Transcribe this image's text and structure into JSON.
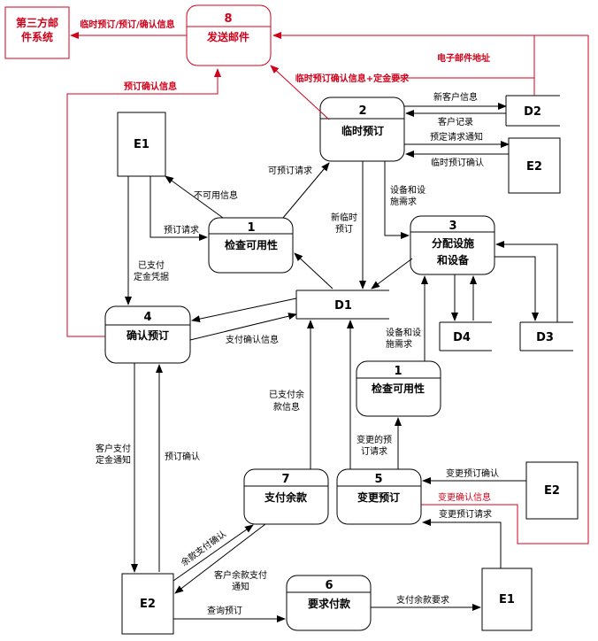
{
  "processes": {
    "p8": {
      "num": "8",
      "name": "发送邮件"
    },
    "p2": {
      "num": "2",
      "name": "临时预订"
    },
    "p1a": {
      "num": "1",
      "name": "检查可用性"
    },
    "p3": {
      "num": "3",
      "name1": "分配设施",
      "name2": "和设备"
    },
    "p4": {
      "num": "4",
      "name": "确认预订"
    },
    "p1b": {
      "num": "1",
      "name": "检查可用性"
    },
    "p7": {
      "num": "7",
      "name": "支付余款"
    },
    "p5": {
      "num": "5",
      "name": "变更预订"
    },
    "p6": {
      "num": "6",
      "name": "要求付款"
    }
  },
  "entities": {
    "third_party": {
      "line1": "第三方邮",
      "line2": "件系统"
    },
    "e1_top": "E1",
    "e2_right_top": "E2",
    "e2_right_mid": "E2",
    "e2_bottom": "E2",
    "e1_bottom": "E1"
  },
  "datastores": {
    "d1": "D1",
    "d2": "D2",
    "d3": "D3",
    "d4": "D4"
  },
  "flows": {
    "f01": "临时预订/预订/确认信息",
    "f02": "电子邮件地址",
    "f03": "临时预订确认信息+定金要求",
    "f04": "预订确认信息",
    "f05": "新客户信息",
    "f06": "客户记录",
    "f07": "预定请求通知",
    "f08": "临时预订确认",
    "f09": "可预订请求",
    "f10": "不可用信息",
    "f11": "预订请求",
    "f12a": "设备和设",
    "f12b": "施需求",
    "f13a": "新临时",
    "f13b": "预订",
    "f14a": "已支付",
    "f14b": "定金凭据",
    "f15": "支付确认信息",
    "f16a": "设备和设",
    "f16b": "施需求",
    "f17a": "已支付余",
    "f17b": "款信息",
    "f18a": "客户支付",
    "f18b": "定金通知",
    "f19": "预订确认",
    "f20a": "变更的预",
    "f20b": "订请求",
    "f21": "变更预订确认",
    "f22": "变更确认信息",
    "f23": "变更预订请求",
    "f24": "余款支付确认",
    "f25a": "客户余款支付",
    "f25b": "通知",
    "f26": "查询预订",
    "f27": "支付余款要求"
  },
  "colors": {
    "emphasis": "#d0021b",
    "ink": "#000000"
  }
}
